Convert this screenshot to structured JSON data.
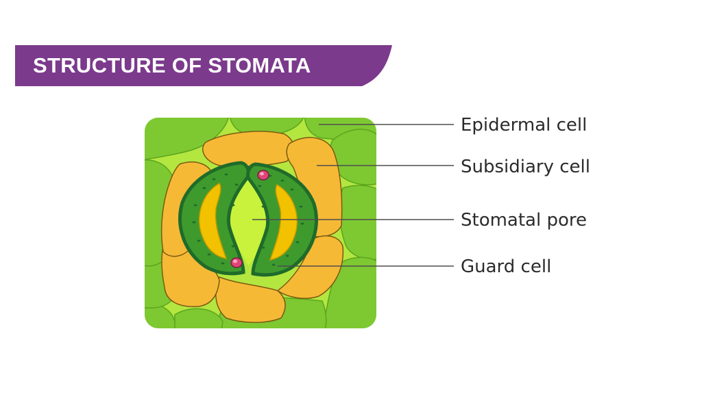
{
  "title": "STRUCTURE OF STOMATA",
  "labels": {
    "epidermal_cell": "Epidermal cell",
    "subsidiary_cell": "Subsidiary cell",
    "stomatal_pore": "Stomatal pore",
    "guard_cell": "Guard cell"
  },
  "colors": {
    "banner": "#7b3a8c",
    "epidermal": "#7ec832",
    "epidermal_dark": "#5aa51e",
    "background_green": "#b4e640",
    "subsidiary": "#f6b936",
    "guard_cell": "#1f6b2a",
    "guard_cell_inner": "#3f9a2e",
    "vacuole": "#f2c200",
    "pore": "#c8f23c",
    "nucleus": "#e0457a",
    "leader_line": "#4d4d4d"
  }
}
